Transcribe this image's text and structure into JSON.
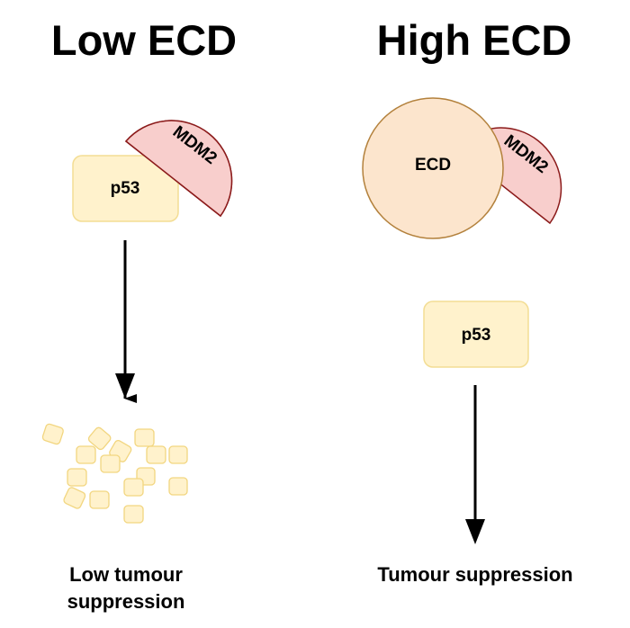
{
  "panels": {
    "low": {
      "title": "Low ECD",
      "p53_label": "p53",
      "mdm2_label": "MDM2",
      "outcome_line1": "Low tumour",
      "outcome_line2": "suppression"
    },
    "high": {
      "title": "High ECD",
      "ecd_label": "ECD",
      "mdm2_label": "MDM2",
      "p53_label": "p53",
      "outcome": "Tumour suppression"
    }
  },
  "colors": {
    "p53_fill": "#fff2cc",
    "p53_stroke": "#f3dd94",
    "fragment_fill": "#fff2cc",
    "fragment_stroke": "#f2d680",
    "mdm2_fill": "#f8cecc",
    "mdm2_stroke": "#8b1a1a",
    "ecd_fill": "#fce5cd",
    "ecd_stroke": "#b3813c",
    "arrow": "#000000"
  }
}
